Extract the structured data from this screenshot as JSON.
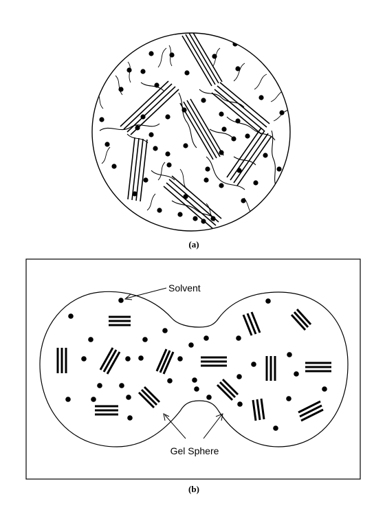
{
  "panel_a": {
    "caption": "(a)"
  },
  "panel_b": {
    "caption": "(b)",
    "solvent_label": "Solvent",
    "gel_label": "Gel Sphere"
  },
  "colors": {
    "ink": "#000000",
    "paper": "#ffffff"
  }
}
